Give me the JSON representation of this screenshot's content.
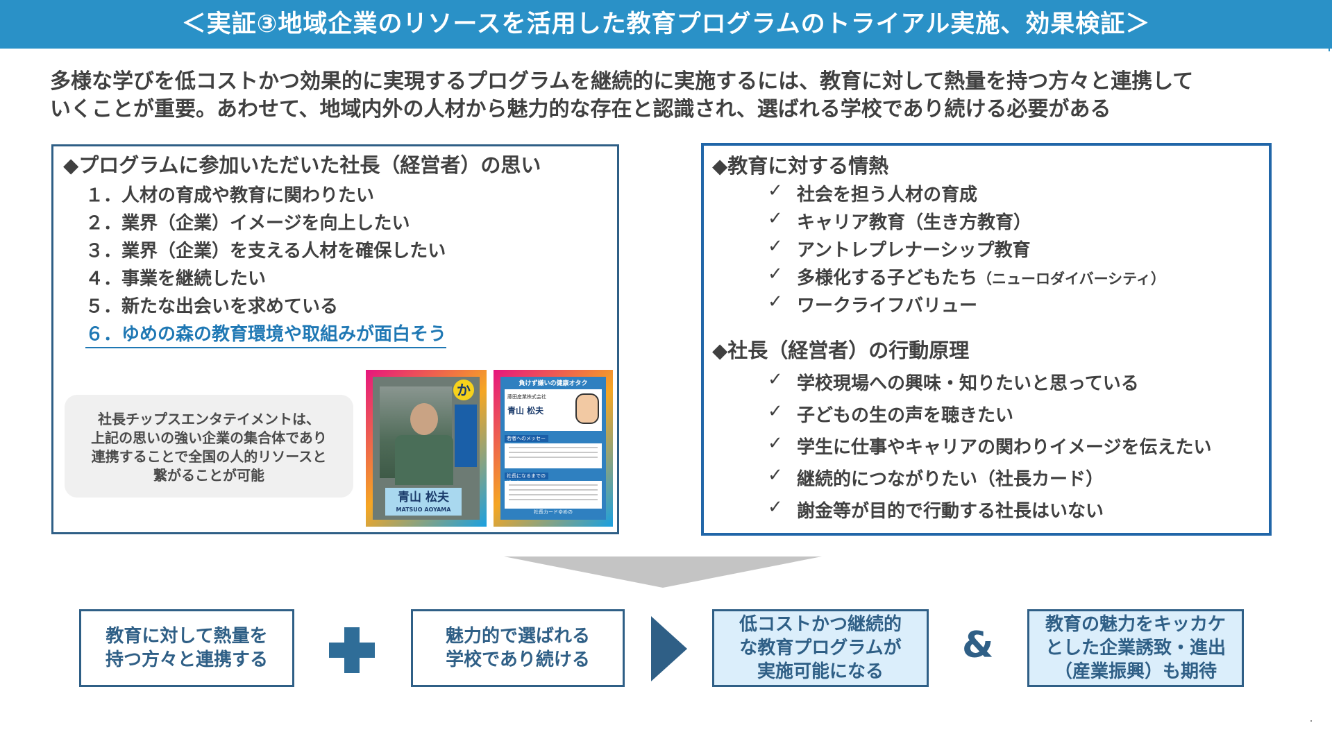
{
  "header": {
    "title": "＜実証③地域企業のリソースを活用した教育プログラムのトライアル実施、効果検証＞"
  },
  "intro": {
    "line1": "多様な学びを低コストかつ効果的に実現するプログラムを継続的に実施するには、教育に対して熱量を持つ方々と連携して",
    "line2": "いくことが重要。あわせて、地域内外の人材から魅力的な存在と認識され、選ばれる学校であり続ける必要がある"
  },
  "left_box": {
    "heading": "◆プログラムに参加いただいた社長（経営者）の思い",
    "items": [
      "１．人材の育成や教育に関わりたい",
      "２．業界（企業）イメージを向上したい",
      "３．業界（企業）を支える人材を確保したい",
      "４．事業を継続したい",
      "５．新たな出会いを求めている",
      "６．ゆめの森の教育環境や取組みが面白そう"
    ],
    "note": [
      "社長チップスエンタテイメントは、",
      "上記の思いの強い企業の集合体であり",
      "連携することで全国の人的リソースと",
      "繋がることが可能"
    ],
    "card_front": {
      "badge": "か",
      "name": "青山 松夫",
      "name_roman": "MATSUO AOYAMA"
    },
    "card_back": {
      "title": "負けず嫌いの健康オタク",
      "company": "藤田産業株式会社",
      "name": "青山 松夫",
      "label1": "若者へのメッセージ",
      "label2": "社長になるまでの道のり",
      "footer": "社長カードゆめの"
    }
  },
  "right_box": {
    "heading1": "◆教育に対する情熱",
    "passion": [
      "社会を担う人材の育成",
      "キャリア教育（生き方教育）",
      "アントレプレナーシップ教育",
      "多様化する子どもたち",
      "ワークライフバリュー"
    ],
    "passion_small": "（ニューロダイバーシティ）",
    "heading2": "◆社長（経営者）の行動原理",
    "principles": [
      "学校現場への興味・知りたいと思っている",
      "子どもの生の声を聴きたい",
      "学生に仕事やキャリアの関わりイメージを伝えたい",
      "継続的につながりたい（社長カード）",
      "謝金等が目的で行動する社長はいない"
    ],
    "check": "✓"
  },
  "flow": {
    "box1": [
      "教育に対して熱量を",
      "持つ方々と連携する"
    ],
    "box2": [
      "魅力的で選ばれる",
      "学校であり続ける"
    ],
    "box3": [
      "低コストかつ継続的",
      "な教育プログラムが",
      "実施可能になる"
    ],
    "amp": "&",
    "box4": [
      "教育の魅力をキッカケ",
      "とした企業誘致・進出",
      "（産業振興）も期待"
    ]
  },
  "colors": {
    "header": "#2a91c7",
    "navy": "#2f5f86",
    "highlight": "#1f78b4",
    "light_fill": "#dbeefb"
  }
}
